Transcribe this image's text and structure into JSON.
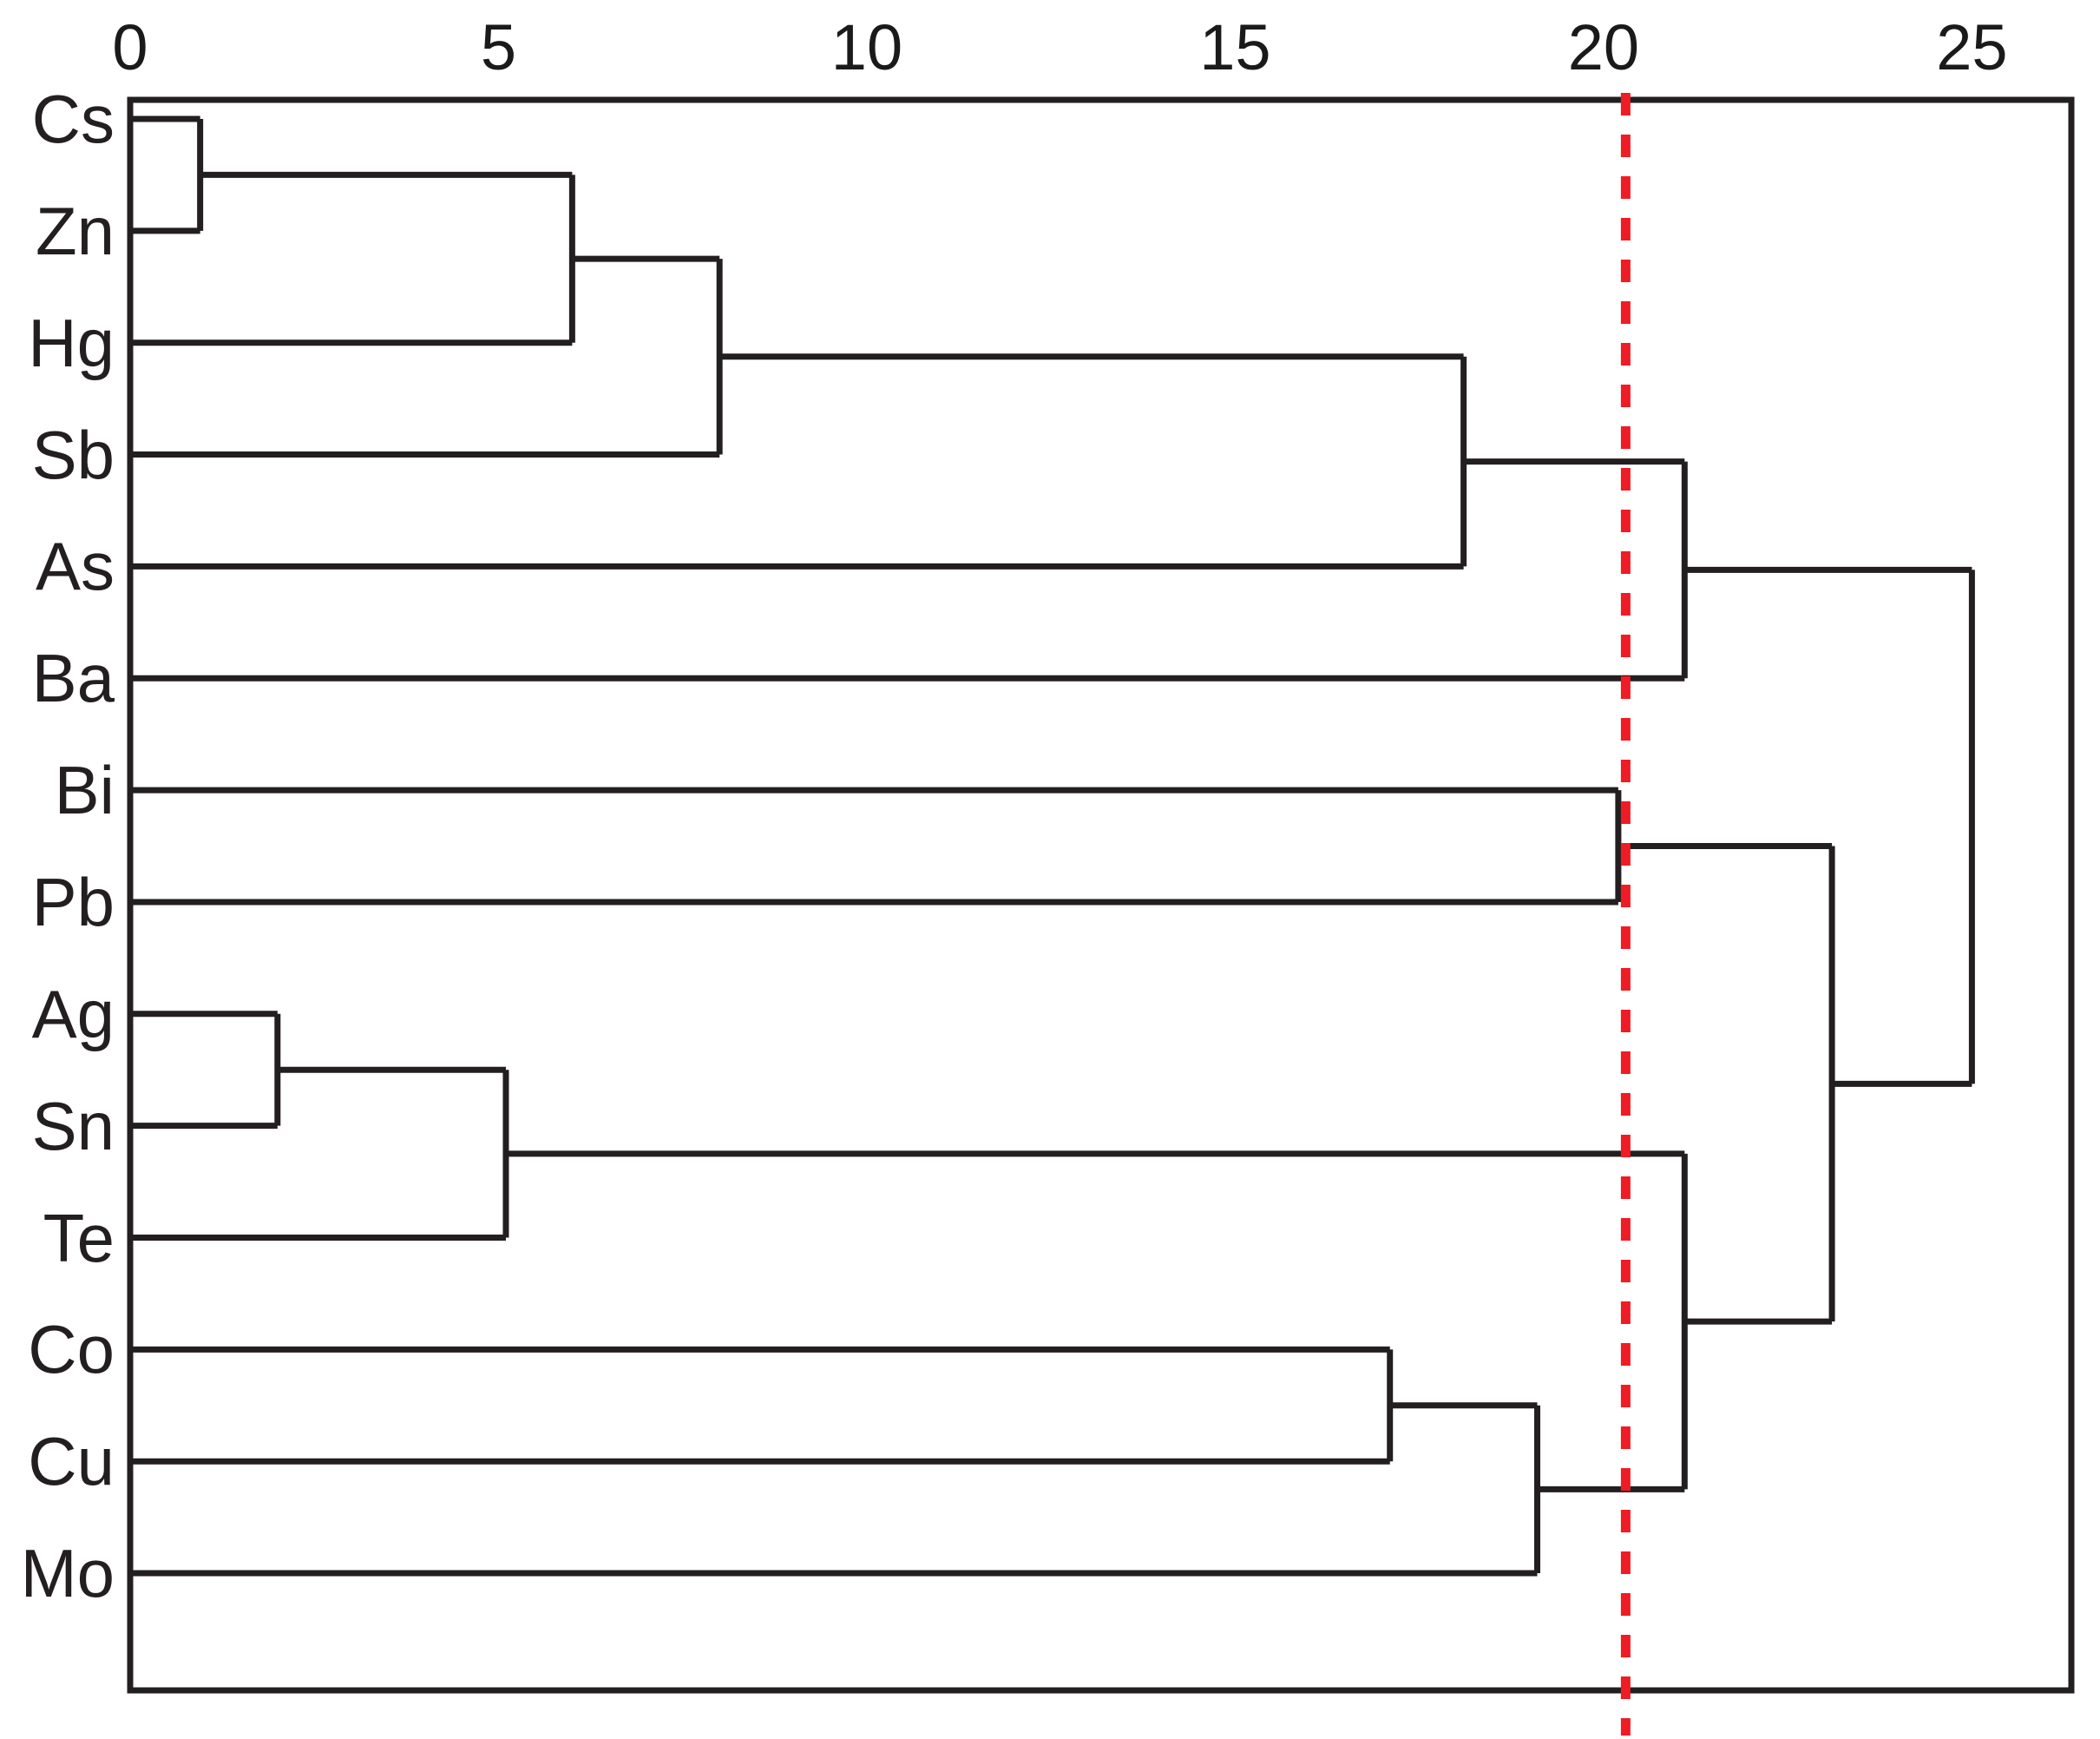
{
  "figure": {
    "kind": "dendrogram",
    "axis_position": "top",
    "frame_color": "#231f20",
    "link_color": "#231f20",
    "cut_line_color": "#ee1c25"
  },
  "axis": {
    "ticks": [
      {
        "label": "0",
        "value": 0
      },
      {
        "label": "5",
        "value": 5
      },
      {
        "label": "10",
        "value": 10
      },
      {
        "label": "15",
        "value": 15
      },
      {
        "label": "20",
        "value": 20
      },
      {
        "label": "25",
        "value": 25
      }
    ],
    "range": [
      0,
      26.35
    ]
  },
  "cut_line": {
    "value": 20.3,
    "style": "dashed",
    "color": "#ee1c25"
  },
  "chart_data": {
    "type": "dendrogram",
    "title": "",
    "xlabel": "",
    "ylabel": "",
    "orientation": "horizontal",
    "xlim": [
      0,
      26.35
    ],
    "grid": false,
    "legend": "none",
    "axis_ticks": [
      0,
      5,
      10,
      15,
      20,
      25
    ],
    "leaves": [
      "Cs",
      "Zn",
      "Hg",
      "Sb",
      "As",
      "Ba",
      "Bi",
      "Pb",
      "Ag",
      "Sn",
      "Te",
      "Co",
      "Cu",
      "Mo"
    ],
    "cut_line_value": 20.3,
    "merges": [
      {
        "id": "m1",
        "children": [
          "Cs",
          "Zn"
        ],
        "distance": 0.95
      },
      {
        "id": "m2",
        "children": [
          "Ag",
          "Sn"
        ],
        "distance": 2.0
      },
      {
        "id": "m3",
        "children": [
          "m2",
          "Te"
        ],
        "distance": 5.1
      },
      {
        "id": "m4",
        "children": [
          "m1",
          "Hg"
        ],
        "distance": 6.0
      },
      {
        "id": "m5",
        "children": [
          "m4",
          "Sb"
        ],
        "distance": 8.0
      },
      {
        "id": "m6",
        "children": [
          "Co",
          "Cu"
        ],
        "distance": 17.1
      },
      {
        "id": "m7",
        "children": [
          "m5",
          "As"
        ],
        "distance": 18.1
      },
      {
        "id": "m8",
        "children": [
          "m6",
          "Mo"
        ],
        "distance": 19.1
      },
      {
        "id": "m9",
        "children": [
          "Bi",
          "Pb"
        ],
        "distance": 20.2
      },
      {
        "id": "m10",
        "children": [
          "m7",
          "Ba"
        ],
        "distance": 21.1
      },
      {
        "id": "m11",
        "children": [
          "m3",
          "m8"
        ],
        "distance": 21.1
      },
      {
        "id": "m12",
        "children": [
          "m9",
          "m11"
        ],
        "distance": 23.1
      },
      {
        "id": "m13",
        "children": [
          "m10",
          "m12"
        ],
        "distance": 25.0
      }
    ]
  }
}
